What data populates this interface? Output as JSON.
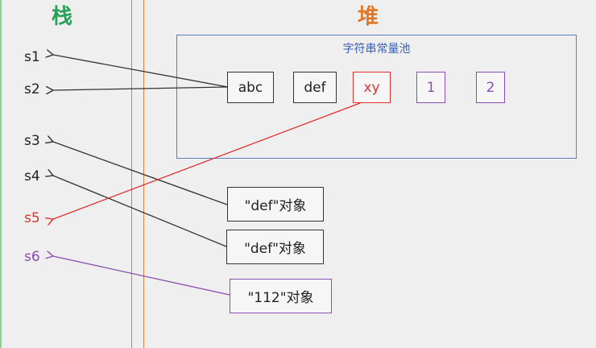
{
  "titles": {
    "stack": "栈",
    "heap": "堆"
  },
  "colors": {
    "stack_title": "#2aa05a",
    "heap_title": "#e0782a",
    "pool_border": "#5a7ec0",
    "red": "#e03030",
    "purple": "#8a4fb0",
    "line": "#333333"
  },
  "stack_vars": [
    "s1",
    "s2",
    "s3",
    "s4",
    "s5",
    "s6"
  ],
  "pool": {
    "label": "字符串常量池",
    "cells": [
      "abc",
      "def",
      "xy",
      "1",
      "2"
    ]
  },
  "objects": [
    "\"def\"对象",
    "\"def\"对象",
    "\"112\"对象"
  ]
}
